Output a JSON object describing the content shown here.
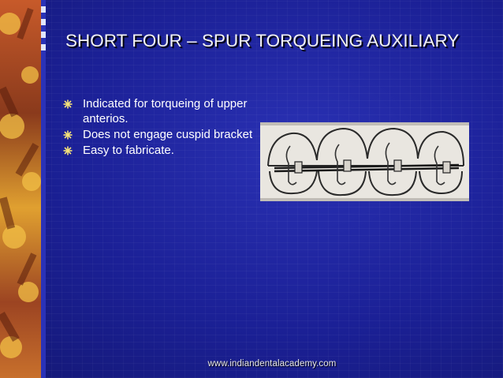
{
  "slide": {
    "title": "SHORT FOUR – SPUR TORQUEING AUXILIARY",
    "bullets": [
      "Indicated for  torqueing of upper anterios.",
      "Does not engage cuspid bracket",
      "Easy to fabricate."
    ],
    "bullet_icon": "starburst-bullet-icon",
    "figure": "teeth-spur-torqueing-auxiliary-photo",
    "footer": "www.indiandentalacademy.com"
  },
  "colors": {
    "background": "#1b2096",
    "title": "#f2f2f2",
    "text": "#ffffff",
    "bullet": "#f4e27a",
    "sidebar_accent": "#d9542b"
  }
}
